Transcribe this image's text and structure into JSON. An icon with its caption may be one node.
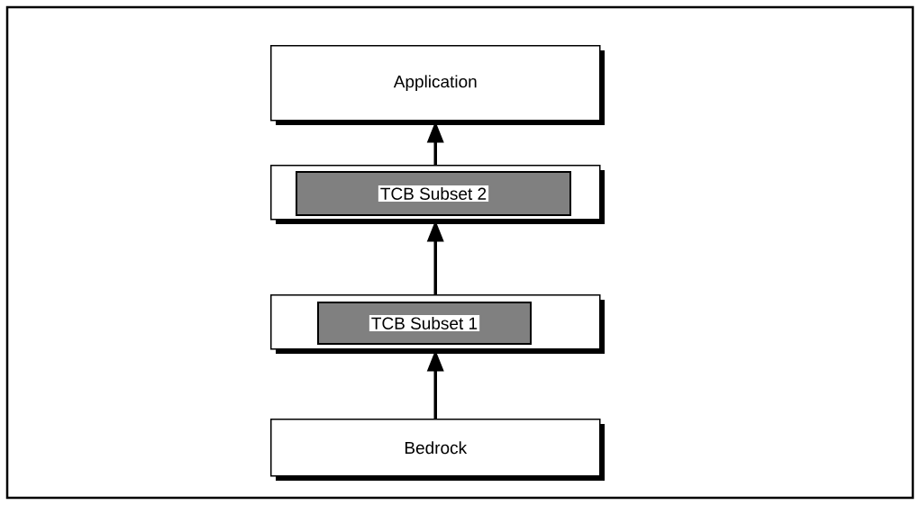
{
  "diagram": {
    "nodes": [
      {
        "text": [
          "Application"
        ]
      },
      {
        "text": [],
        "shape": "box"
      },
      {
        "text": [
          "TCB Subset 2"
        ],
        "in": 1
      },
      {
        "text": [],
        "shape": "box"
      },
      {
        "text": [
          "TCB Subset 1"
        ],
        "in": 3
      },
      {
        "text": [
          "Bedrock"
        ]
      }
    ],
    "edges": [
      {
        "from": 1,
        "to": 0,
        "arrow": "to"
      },
      {
        "from": 3,
        "to": 1,
        "arrow": "to"
      },
      {
        "from": 5,
        "to": 3,
        "arrow": "to"
      }
    ]
  }
}
